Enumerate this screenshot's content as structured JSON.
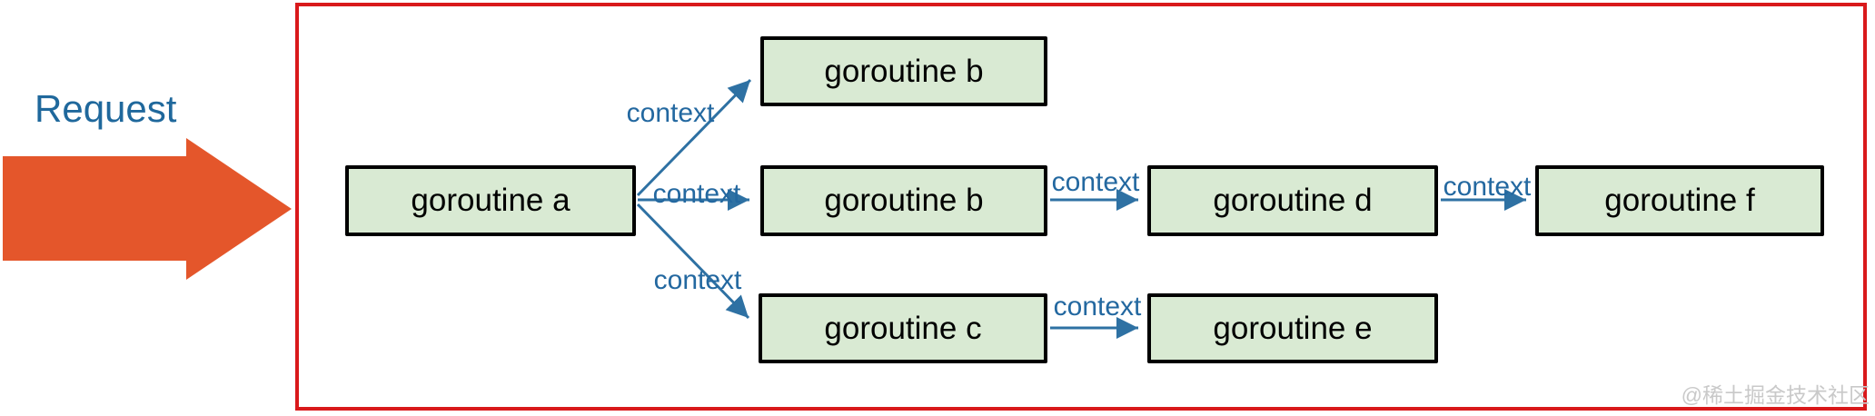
{
  "request_label": "Request",
  "nodes": [
    {
      "id": "a",
      "label": "goroutine a"
    },
    {
      "id": "b-top",
      "label": "goroutine b"
    },
    {
      "id": "b-mid",
      "label": "goroutine b"
    },
    {
      "id": "c",
      "label": "goroutine c"
    },
    {
      "id": "d",
      "label": "goroutine d"
    },
    {
      "id": "e",
      "label": "goroutine e"
    },
    {
      "id": "f",
      "label": "goroutine f"
    }
  ],
  "edges": [
    {
      "from": "goroutine a",
      "to": "goroutine b (top)",
      "label": "context"
    },
    {
      "from": "goroutine a",
      "to": "goroutine b (middle)",
      "label": "context"
    },
    {
      "from": "goroutine a",
      "to": "goroutine c",
      "label": "context"
    },
    {
      "from": "goroutine b (middle)",
      "to": "goroutine d",
      "label": "context"
    },
    {
      "from": "goroutine d",
      "to": "goroutine f",
      "label": "context"
    },
    {
      "from": "goroutine c",
      "to": "goroutine e",
      "label": "context"
    }
  ],
  "watermark": "@稀土掘金技术社区",
  "colors": {
    "node_fill": "#d9ead3",
    "node_border": "#000000",
    "frame_border": "#d9191b",
    "connector_blue": "#2e71a3",
    "context_label_blue": "#2368a0",
    "request_text_blue": "#1f689c",
    "request_arrow_orange": "#e4562b",
    "watermark_gray": "#c9c9c9"
  }
}
